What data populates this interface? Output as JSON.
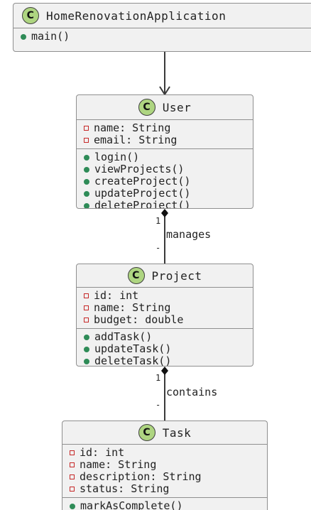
{
  "classes": {
    "app": {
      "name": "HomeRenovationApplication",
      "badge": "C",
      "methods": [
        "main()"
      ]
    },
    "user": {
      "name": "User",
      "badge": "C",
      "fields": [
        "name: String",
        "email: String"
      ],
      "methods": [
        "login()",
        "viewProjects()",
        "createProject()",
        "updateProject()",
        "deleteProject()"
      ]
    },
    "project": {
      "name": "Project",
      "badge": "C",
      "fields": [
        "id: int",
        "name: String",
        "budget: double"
      ],
      "methods": [
        "addTask()",
        "updateTask()",
        "deleteTask()"
      ]
    },
    "task": {
      "name": "Task",
      "badge": "C",
      "fields": [
        "id: int",
        "name: String",
        "description: String",
        "status: String"
      ],
      "methods": [
        "markAsComplete()"
      ]
    }
  },
  "relations": {
    "user_project": {
      "label": "manages",
      "source_mult": "1",
      "target_mult": "-"
    },
    "project_task": {
      "label": "contains",
      "source_mult": "1",
      "target_mult": "-"
    }
  },
  "colors": {
    "badge": "#aed581",
    "private_marker": "#c62828",
    "public_marker": "#2e8b57",
    "class_fill": "#f1f1f1"
  }
}
